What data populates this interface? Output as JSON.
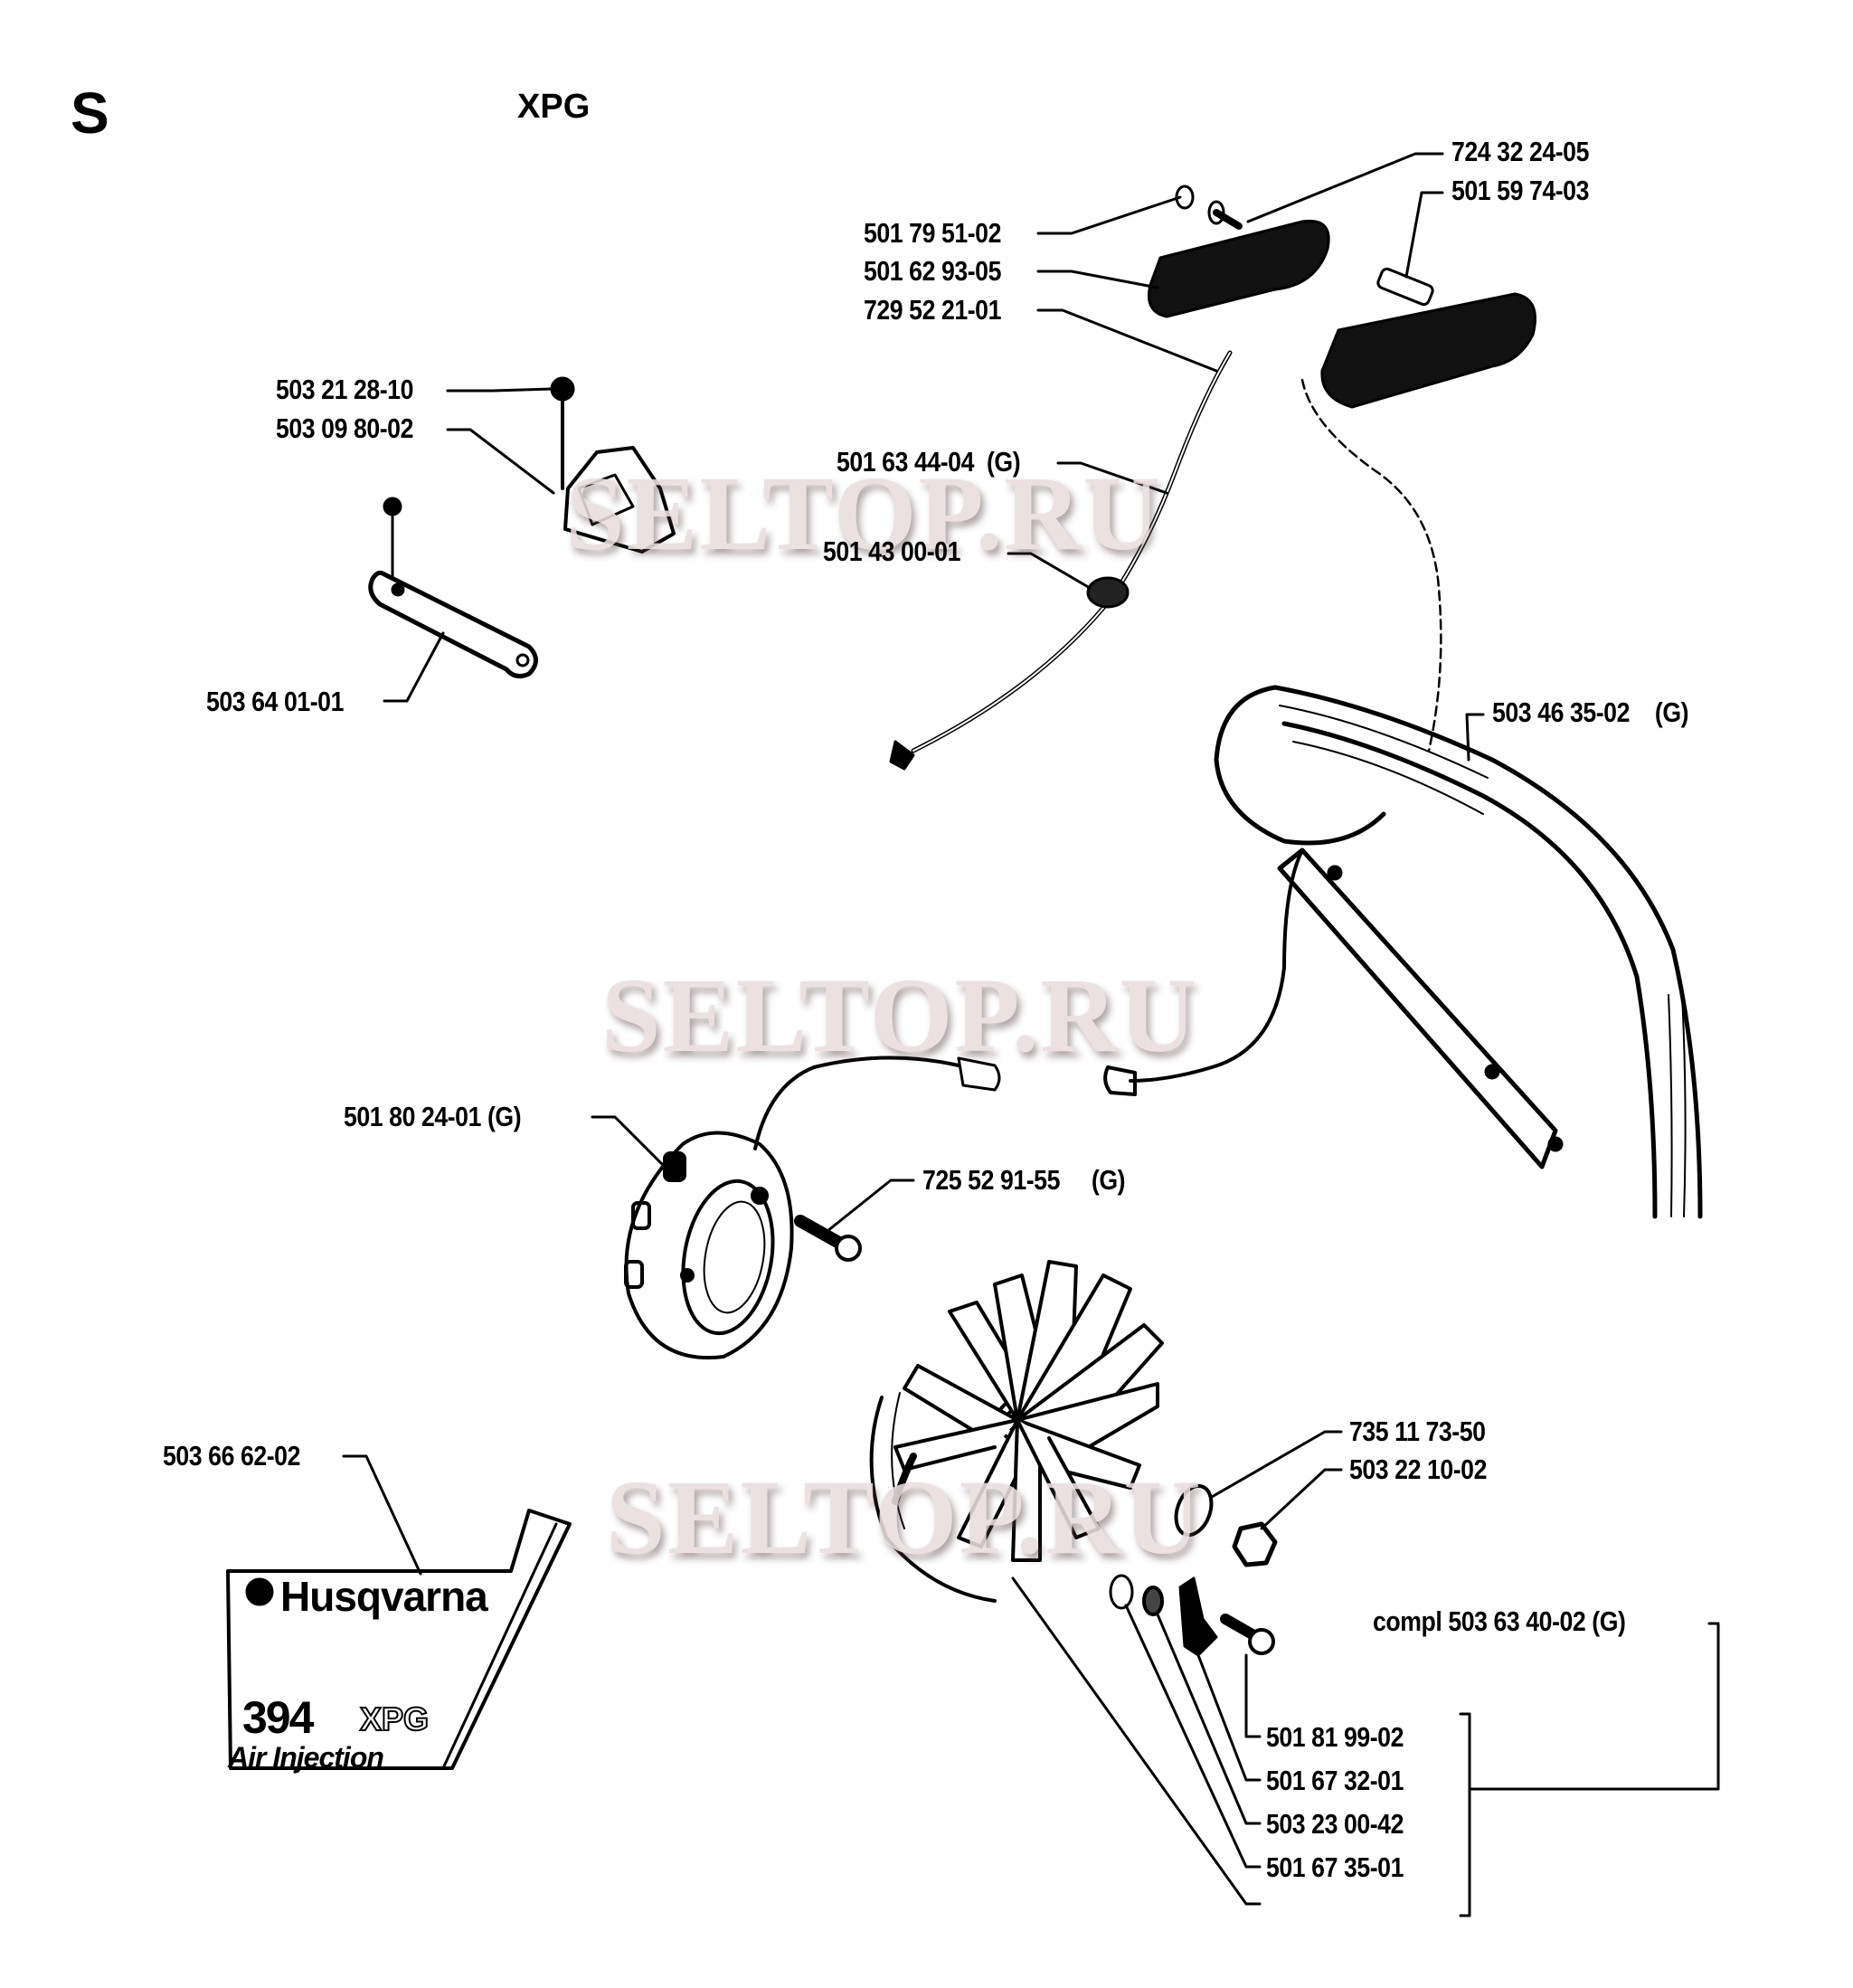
{
  "header": {
    "section": "S",
    "model": "XPG"
  },
  "watermark": "SELTOP.RU",
  "decal": {
    "brand": "Husqvarna",
    "model_number": "394",
    "model_suffix": "XPG",
    "subtitle": "Air Injection"
  },
  "parts": [
    {
      "id": "p1",
      "number": "724 32 24-05",
      "note": ""
    },
    {
      "id": "p2",
      "number": "501 59 74-03",
      "note": ""
    },
    {
      "id": "p3",
      "number": "501 79 51-02",
      "note": ""
    },
    {
      "id": "p4",
      "number": "501 62 93-05",
      "note": ""
    },
    {
      "id": "p5",
      "number": "729 52 21-01",
      "note": ""
    },
    {
      "id": "p6",
      "number": "503 21 28-10",
      "note": ""
    },
    {
      "id": "p7",
      "number": "503 09 80-02",
      "note": ""
    },
    {
      "id": "p8",
      "number": "501 63 44-04",
      "note": "(G)"
    },
    {
      "id": "p9",
      "number": "501 43 00-01",
      "note": ""
    },
    {
      "id": "p10",
      "number": "503 64 01-01",
      "note": ""
    },
    {
      "id": "p11",
      "number": "503 46 35-02",
      "note": "(G)"
    },
    {
      "id": "p12",
      "number": "501 80 24-01",
      "note": "(G)"
    },
    {
      "id": "p13",
      "number": "725 52 91-55",
      "note": "(G)"
    },
    {
      "id": "p14",
      "number": "503 66 62-02",
      "note": ""
    },
    {
      "id": "p15",
      "number": "735 11 73-50",
      "note": ""
    },
    {
      "id": "p16",
      "number": "503 22 10-02",
      "note": ""
    },
    {
      "id": "p17",
      "number": "compl 503 63 40-02",
      "note": "(G)"
    },
    {
      "id": "p18",
      "number": "501 81 99-02",
      "note": ""
    },
    {
      "id": "p19",
      "number": "501 67 32-01",
      "note": ""
    },
    {
      "id": "p20",
      "number": "503 23 00-42",
      "note": ""
    },
    {
      "id": "p21",
      "number": "501 67 35-01",
      "note": ""
    }
  ]
}
